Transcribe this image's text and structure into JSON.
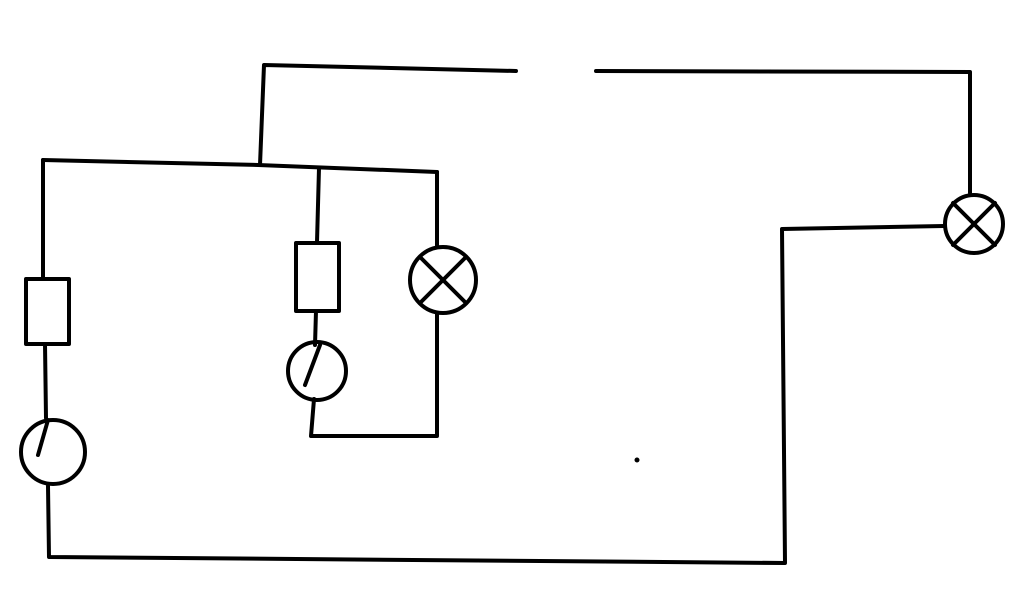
{
  "colors": {
    "background": "#ffffff",
    "ink": "#000000"
  },
  "diagram": {
    "kind": "circuit-sketch",
    "components": [
      {
        "id": "resistor-left",
        "type": "resistor"
      },
      {
        "id": "switch-left",
        "type": "switch"
      },
      {
        "id": "resistor-middle",
        "type": "resistor"
      },
      {
        "id": "switch-middle",
        "type": "switch"
      },
      {
        "id": "lamp-middle",
        "type": "lamp"
      },
      {
        "id": "lamp-right",
        "type": "lamp"
      }
    ]
  }
}
